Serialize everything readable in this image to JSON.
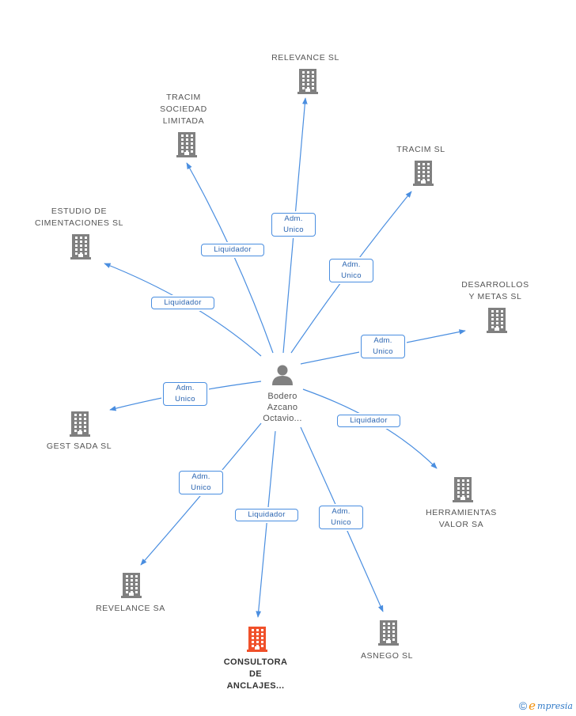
{
  "person": {
    "label": "Bodero\nAzcano\nOctavio..."
  },
  "companies": [
    {
      "id": "relevance-sl",
      "label": "RELEVANCE SL",
      "highlight": false
    },
    {
      "id": "tracim-sociedad-limitada",
      "label": "TRACIM\nSOCIEDAD\nLIMITADA",
      "highlight": false
    },
    {
      "id": "tracim-sl",
      "label": "TRACIM SL",
      "highlight": false
    },
    {
      "id": "estudio-de-cimentaciones-sl",
      "label": "ESTUDIO DE\nCIMENTACIONES SL",
      "highlight": false
    },
    {
      "id": "desarrollos-y-metas-sl",
      "label": "DESARROLLOS\nY METAS  SL",
      "highlight": false
    },
    {
      "id": "gest-sada-sl",
      "label": "GEST SADA SL",
      "highlight": false
    },
    {
      "id": "herramientas-valor-sa",
      "label": "HERRAMIENTAS\nVALOR SA",
      "highlight": false
    },
    {
      "id": "revelance-sa",
      "label": "REVELANCE SA",
      "highlight": false
    },
    {
      "id": "consultora-de-anclajes",
      "label": "CONSULTORA\nDE\nANCLAJES...",
      "highlight": true
    },
    {
      "id": "asnego-sl",
      "label": "ASNEGO SL",
      "highlight": false
    }
  ],
  "edges": [
    {
      "target": "relevance-sl",
      "role": "Adm.\nUnico"
    },
    {
      "target": "tracim-sociedad-limitada",
      "role": "Liquidador"
    },
    {
      "target": "tracim-sl",
      "role": "Adm.\nUnico"
    },
    {
      "target": "estudio-de-cimentaciones-sl",
      "role": "Liquidador"
    },
    {
      "target": "desarrollos-y-metas-sl",
      "role": "Adm.\nUnico"
    },
    {
      "target": "gest-sada-sl",
      "role": "Adm.\nUnico"
    },
    {
      "target": "herramientas-valor-sa",
      "role": "Liquidador"
    },
    {
      "target": "revelance-sa",
      "role": "Adm.\nUnico"
    },
    {
      "target": "consultora-de-anclajes",
      "role": "Liquidador"
    },
    {
      "target": "asnego-sl",
      "role": "Adm.\nUnico"
    }
  ],
  "colors": {
    "edge": "#4a8ee0",
    "building": "#808080",
    "building_highlight": "#f0502a",
    "person": "#808080"
  },
  "icons": {
    "company": "building-icon",
    "person": "person-icon",
    "brand": "copyright-icon"
  },
  "brand": {
    "symbol": "©",
    "initial": "e",
    "rest": "mpresia"
  }
}
